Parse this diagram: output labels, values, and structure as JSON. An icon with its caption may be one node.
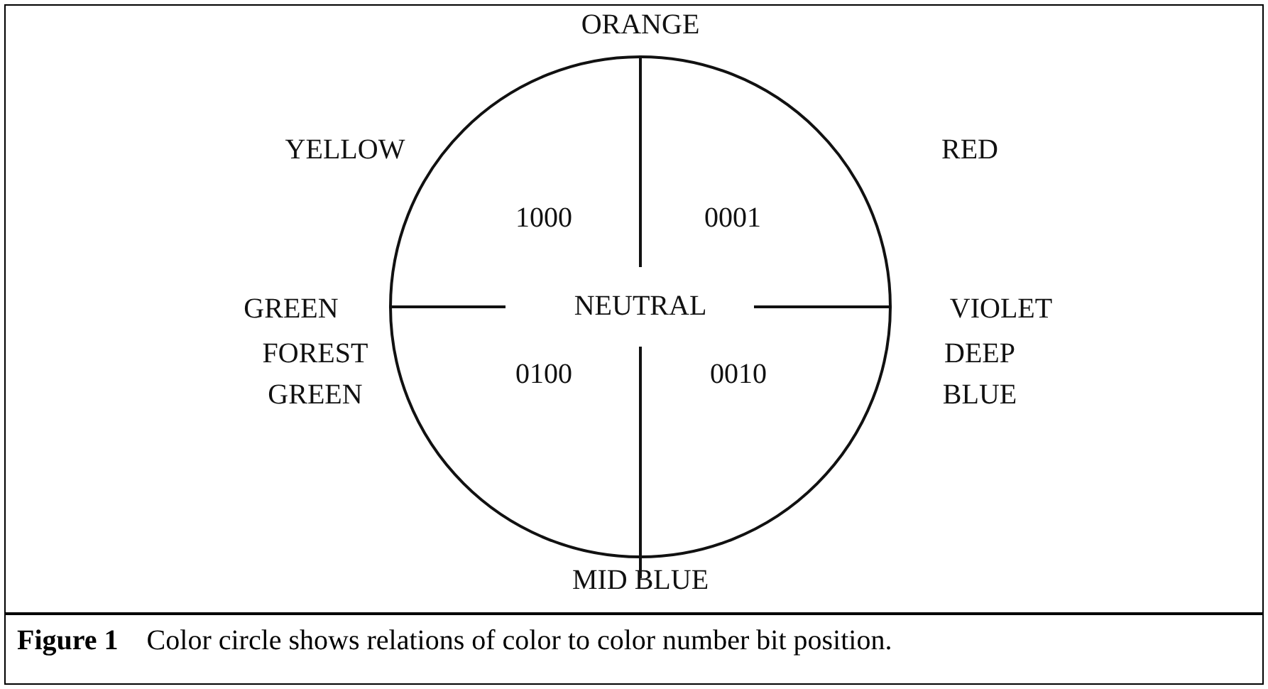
{
  "diagram": {
    "caption": "**Figure 1**    Color circle shows relations of color to color number bit position.",
    "nodes": [
      {
        "text": [
          "1000",
          "0001",
          "NEUTRAL",
          "0100",
          "0010"
        ]
      }
    ],
    "edges": [],
    "labels": [
      "ORANGE",
      "YELLOW",
      "RED",
      "GREEN",
      "VIOLET",
      "FOREST GREEN",
      "DEEP BLUE",
      "MID BLUE"
    ]
  }
}
